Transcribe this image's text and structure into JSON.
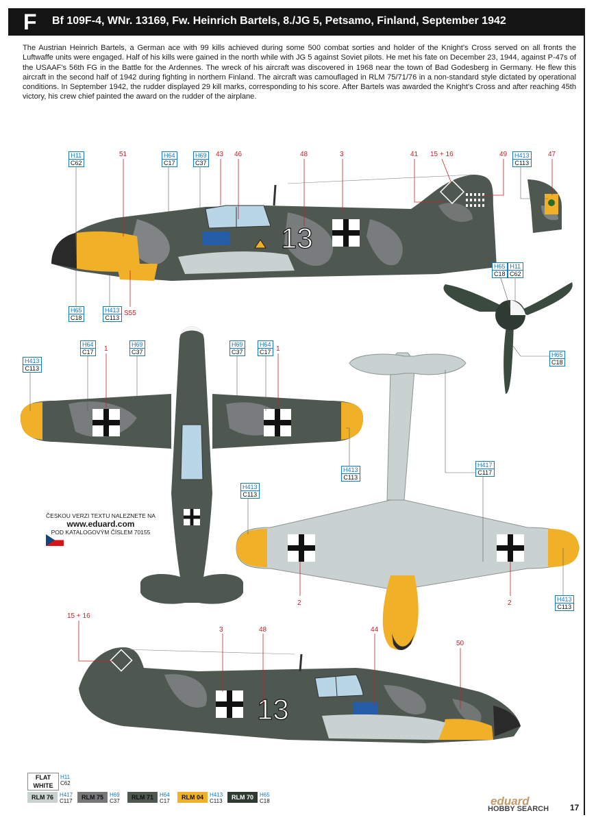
{
  "header": {
    "letter": "F",
    "title": "Bf 109F-4, WNr. 13169, Fw. Heinrich Bartels, 8./JG 5, Petsamo, Finland, September 1942"
  },
  "description": "The Austrian Heinrich Bartels, a German ace with 99 kills achieved during some 500 combat sorties and holder of the Knight's Cross served on all fronts the Luftwaffe units were engaged. Half of his kills were gained in the north while with JG 5 against Soviet pilots. He met his fate on December 23, 1944, against P-47s of the USAAF's 56th FG in the Battle for the Ardennes. The wreck of his aircraft was discovered in 1968 near the town of Bad Godesberg in Germany. He flew this aircraft in the second half of 1942 during fighting in northern Finland. The aircraft was camouflaged in RLM 75/71/76 in a non-standard style dictated by operational conditions. In September 1942, the rudder displayed 29 kill marks, corresponding to his score. After Bartels was awarded the Knight's Cross and after reaching 45th victory, his crew chief painted the award on the rudder of the airplane.",
  "side_view_left": {
    "callouts": [
      {
        "top": "H11",
        "bottom": "C62"
      },
      {
        "top": "H64",
        "bottom": "C17"
      },
      {
        "top": "H69",
        "bottom": "C37"
      },
      {
        "top": "H413",
        "bottom": "C113"
      },
      {
        "top": "H65",
        "bottom": "C18"
      },
      {
        "top": "H413",
        "bottom": "C113"
      }
    ],
    "numbers": [
      "51",
      "43",
      "46",
      "48",
      "3",
      "41",
      "15 + 16",
      "49",
      "47",
      "S55"
    ],
    "code": "13"
  },
  "propeller": {
    "callouts": [
      {
        "top": "H65",
        "bottom": "C18"
      },
      {
        "top": "H11",
        "bottom": "C62"
      },
      {
        "top": "H65",
        "bottom": "C18"
      }
    ]
  },
  "top_view": {
    "callouts": [
      {
        "top": "H413",
        "bottom": "C113"
      },
      {
        "top": "H64",
        "bottom": "C17"
      },
      {
        "top": "H69",
        "bottom": "C37"
      },
      {
        "top": "H69",
        "bottom": "C37"
      },
      {
        "top": "H64",
        "bottom": "C17"
      },
      {
        "top": "H413",
        "bottom": "C113"
      }
    ],
    "numbers": [
      "1",
      "1"
    ]
  },
  "bottom_view": {
    "callouts": [
      {
        "top": "H413",
        "bottom": "C113"
      },
      {
        "top": "H417",
        "bottom": "C117"
      },
      {
        "top": "H413",
        "bottom": "C113"
      }
    ],
    "numbers": [
      "2",
      "2"
    ]
  },
  "side_view_right": {
    "numbers": [
      "15 + 16",
      "3",
      "48",
      "44",
      "50"
    ],
    "code": "13"
  },
  "czech_note": {
    "line1": "ČESKOU VERZI TEXTU NALEZNETE NA",
    "url": "www.eduard.com",
    "line2": "POD KATALOGOVÝM ČÍSLEM 70155"
  },
  "legend": [
    {
      "label": "FLAT WHITE",
      "top": "H11",
      "bottom": "C62",
      "color": "#ffffff",
      "text_color": "#111111"
    },
    {
      "label": "RLM 76",
      "top": "H417",
      "bottom": "C117",
      "color": "#c9d2d0",
      "text_color": "#111111"
    },
    {
      "label": "RLM 75",
      "top": "H69",
      "bottom": "C37",
      "color": "#77777a",
      "text_color": "#111111"
    },
    {
      "label": "RLM 71",
      "top": "H64",
      "bottom": "C17",
      "color": "#4e5850",
      "text_color": "#111111"
    },
    {
      "label": "RLM 04",
      "top": "H413",
      "bottom": "C113",
      "color": "#f0b128",
      "text_color": "#111111"
    },
    {
      "label": "RLM 70",
      "top": "H65",
      "bottom": "C18",
      "color": "#2f3a32",
      "text_color": "#ffffff"
    }
  ],
  "brand": "eduard",
  "watermark": "HOBBY SEARCH",
  "page_number": "17"
}
